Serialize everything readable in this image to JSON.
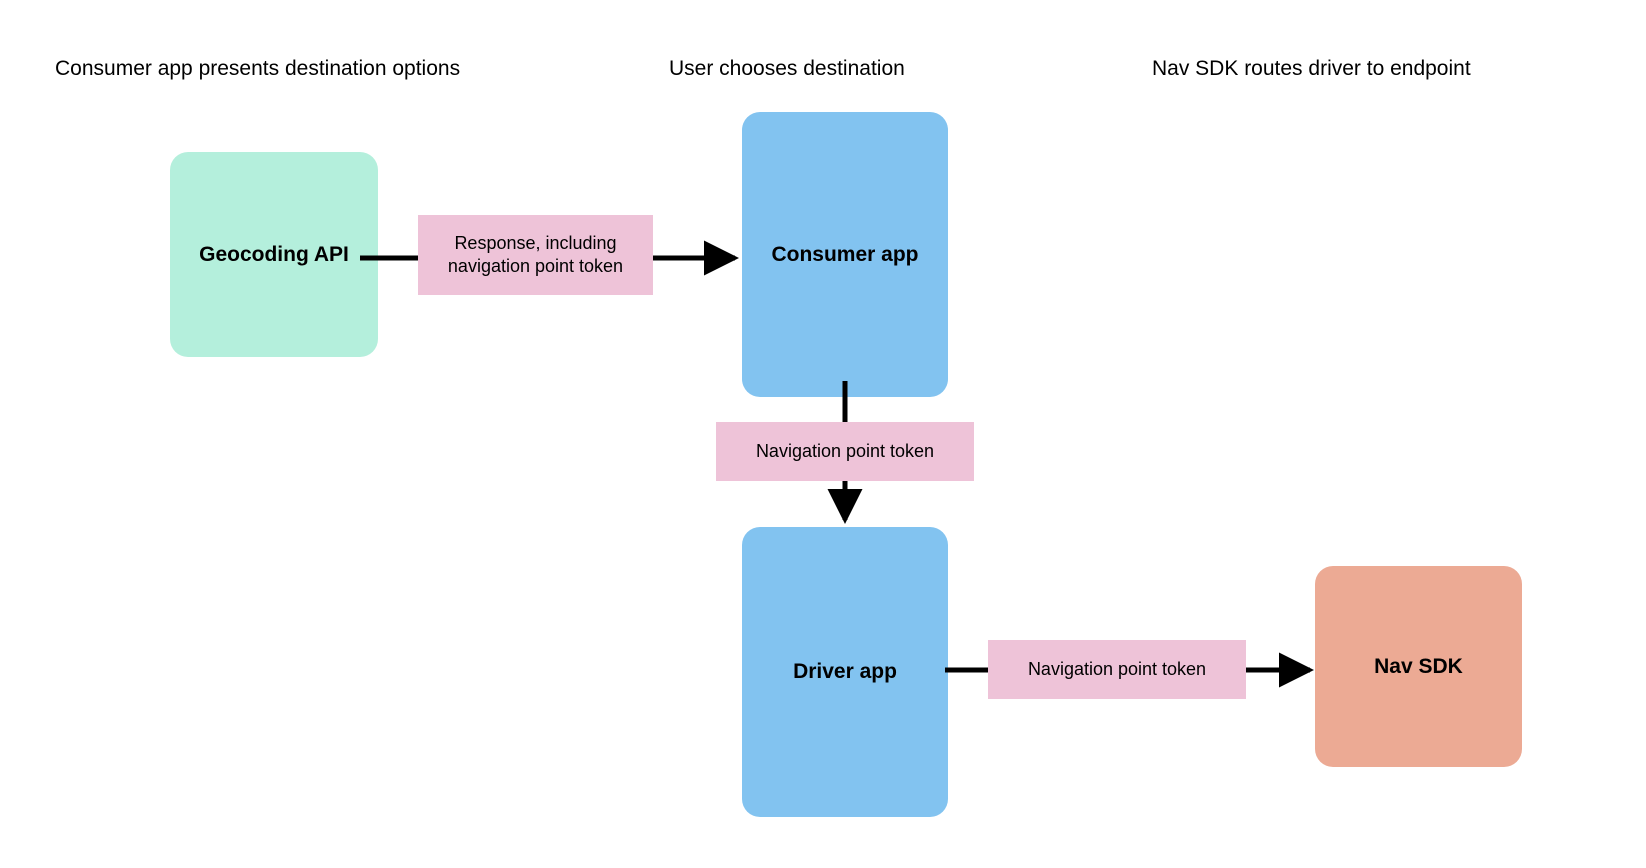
{
  "diagram": {
    "type": "flow-diagram",
    "background_color": "#ffffff",
    "title": "",
    "column_headers": [
      {
        "id": "header-consumer-app-presents",
        "label": "Consumer app presents destination options"
      },
      {
        "id": "header-user-chooses",
        "label": "User chooses destination"
      },
      {
        "id": "header-nav-sdk-routes",
        "label": "Nav SDK routes driver to endpoint"
      }
    ],
    "nodes": [
      {
        "id": "geocoding-api",
        "label": "Geocoding API",
        "color": "#b4efdc",
        "shape": "rounded-rect"
      },
      {
        "id": "consumer-app",
        "label": "Consumer app",
        "color": "#82c3f0",
        "shape": "rounded-rect"
      },
      {
        "id": "driver-app",
        "label": "Driver app",
        "color": "#82c3f0",
        "shape": "rounded-rect"
      },
      {
        "id": "nav-sdk",
        "label": "Nav SDK",
        "color": "#ecaa94",
        "shape": "rounded-rect"
      }
    ],
    "edges": [
      {
        "id": "edge-geocoding-to-consumer",
        "from": "geocoding-api",
        "to": "consumer-app",
        "label": "Response, including navigation point token",
        "label_color": "#eec3d8",
        "direction": "right",
        "line_color": "#000000"
      },
      {
        "id": "edge-consumer-to-driver",
        "from": "consumer-app",
        "to": "driver-app",
        "label": "Navigation point token",
        "label_color": "#eec3d8",
        "direction": "down",
        "line_color": "#000000"
      },
      {
        "id": "edge-driver-to-navsdk",
        "from": "driver-app",
        "to": "nav-sdk",
        "label": "Navigation point token",
        "label_color": "#eec3d8",
        "direction": "right",
        "line_color": "#000000"
      }
    ]
  }
}
